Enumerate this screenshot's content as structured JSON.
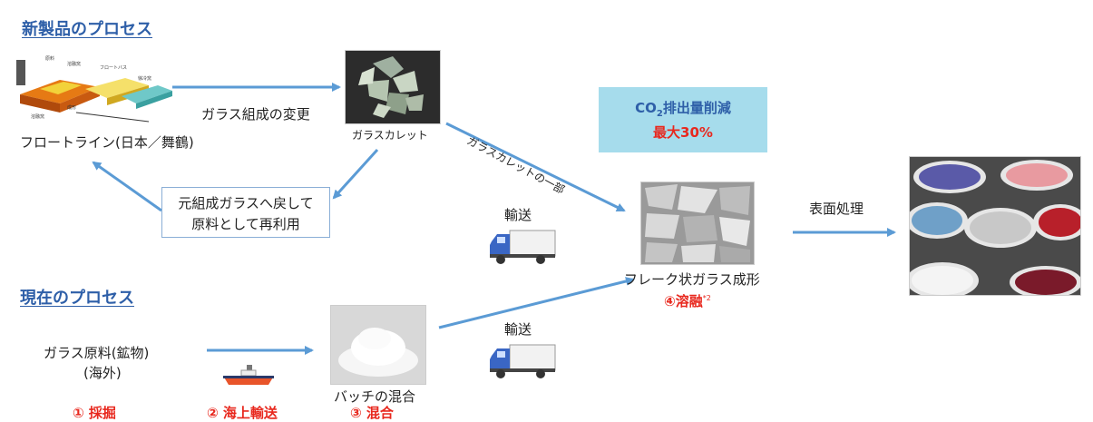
{
  "sections": {
    "new_process": "新製品のプロセス",
    "current_process": "現在のプロセス"
  },
  "new_flow": {
    "float_line": "フロートライン(日本／舞鶴)",
    "composition_change": "ガラス組成の変更",
    "cullet": "ガラスカレット",
    "cullet_part": "ガラスカレットの一部",
    "reuse_line1": "元組成ガラスへ戻して",
    "reuse_line2": "原料として再利用",
    "float_diagram_labels": [
      "原料",
      "溶融窯",
      "フロートバス",
      "徐冷窯",
      "成形",
      "溶融窯"
    ]
  },
  "co2_box": {
    "line1_prefix": "CO",
    "line1_sub": "2",
    "line1_suffix": "排出量削減",
    "line2": "最大30%",
    "bg_color": "#a6dcec",
    "text_color": "#2e5fa8",
    "accent_color": "#e8281e"
  },
  "center": {
    "transport_top": "輸送",
    "transport_bottom": "輸送",
    "flake_forming": "フレーク状ガラス成形",
    "melting": "④溶融",
    "melting_note": "*2",
    "surface_treatment": "表面処理"
  },
  "current_flow": {
    "raw_material_line1": "ガラス原料(鉱物)",
    "raw_material_line2": "(海外)",
    "batch_mixing": "バッチの混合",
    "step1": "① 採掘",
    "step2": "② 海上輸送",
    "step3": "③ 混合"
  },
  "colors": {
    "arrow": "#5b9bd5",
    "title_blue": "#2e5fa8",
    "step_red": "#e8281e"
  }
}
